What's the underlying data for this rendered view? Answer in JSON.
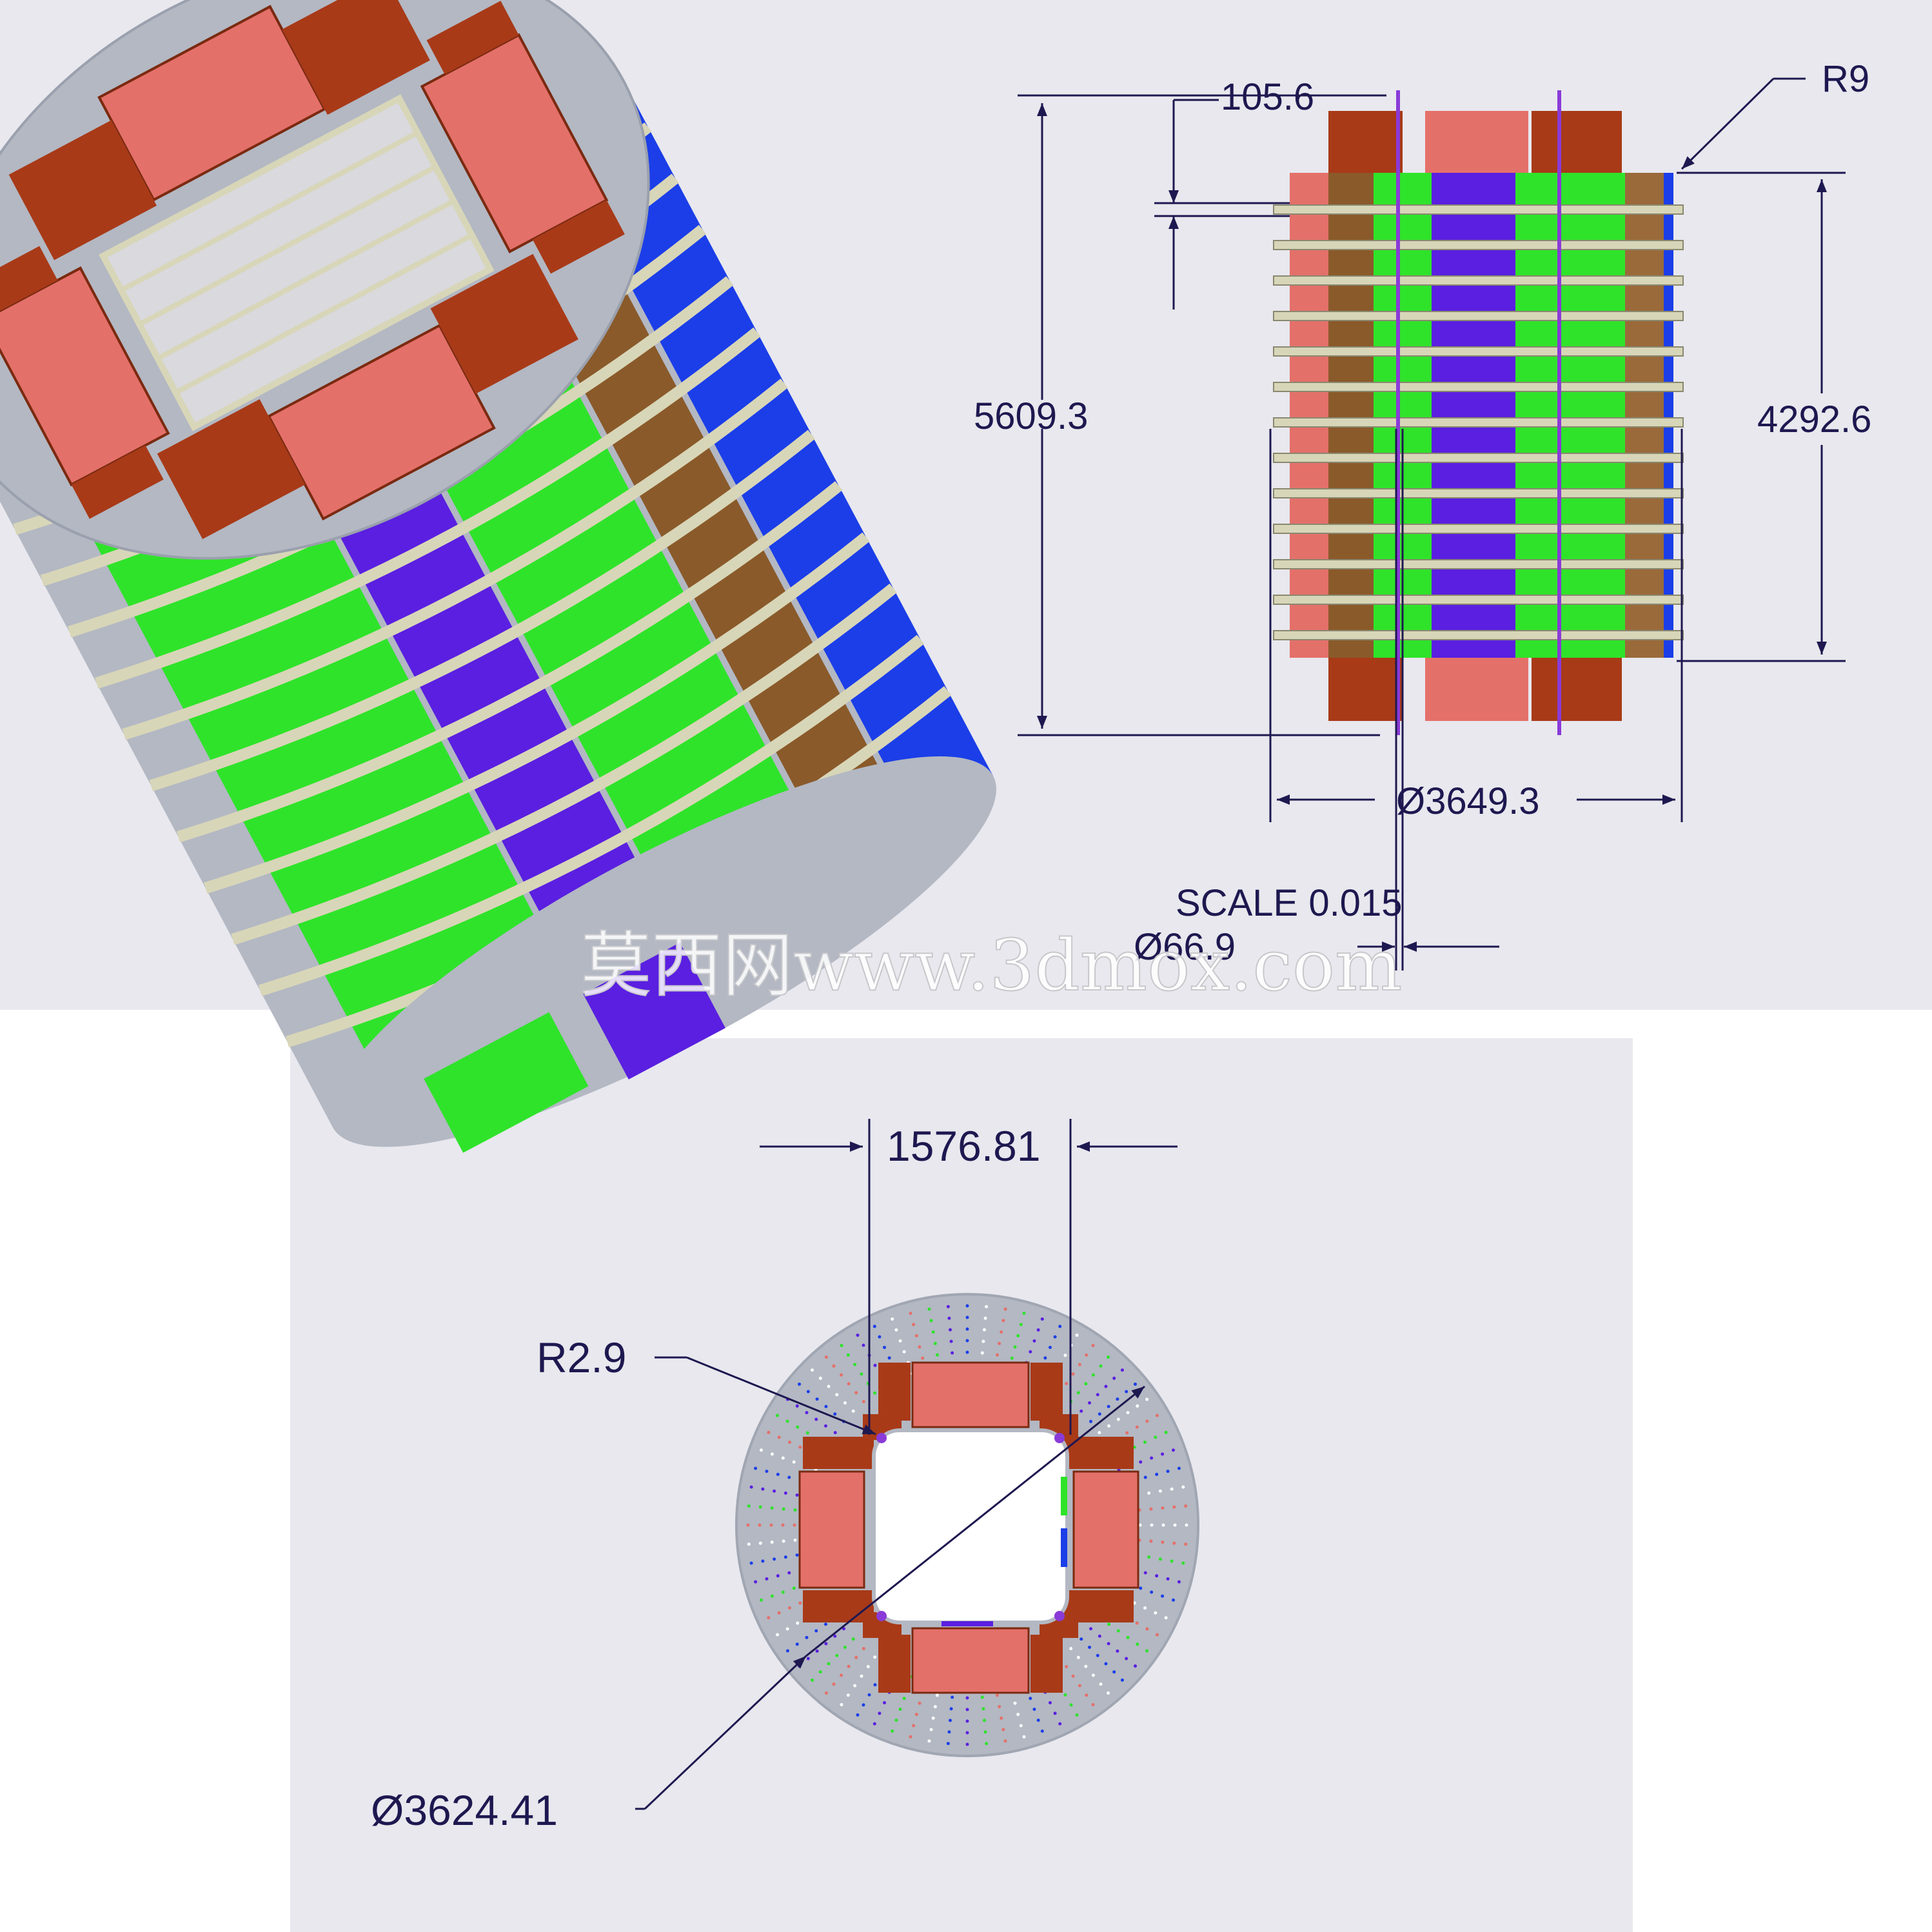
{
  "colors": {
    "panel_bg": "#e8e8ee",
    "page_bg": "#ffffff",
    "dimension_line": "#1e1850",
    "disc_gray": "#b3b8c3",
    "winding_salmon": "#e4706a",
    "winding_brown": "#a83a18",
    "spacer_green": "#2fe32a",
    "spacer_purple": "#5a1fe0",
    "spacer_blue": "#1b3ee8",
    "spacer_tan": "#9a6a3a",
    "band_beige": "#d8d6b8",
    "rod_violet": "#8a3ad8"
  },
  "front_view": {
    "scale_label": "SCALE 0.015",
    "dimensions": {
      "overall_height": "5609.3",
      "body_height": "4292.6",
      "top_offset": "105.6",
      "diameter": "Ø3649.3",
      "rod_diameter": "Ø66.9",
      "corner_radius": "R9"
    }
  },
  "top_view": {
    "dimensions": {
      "window_width": "1576.81",
      "corner_radius": "R2.9",
      "outer_diameter": "Ø3624.41"
    }
  },
  "watermark": "莫西网www.3dmox.com"
}
